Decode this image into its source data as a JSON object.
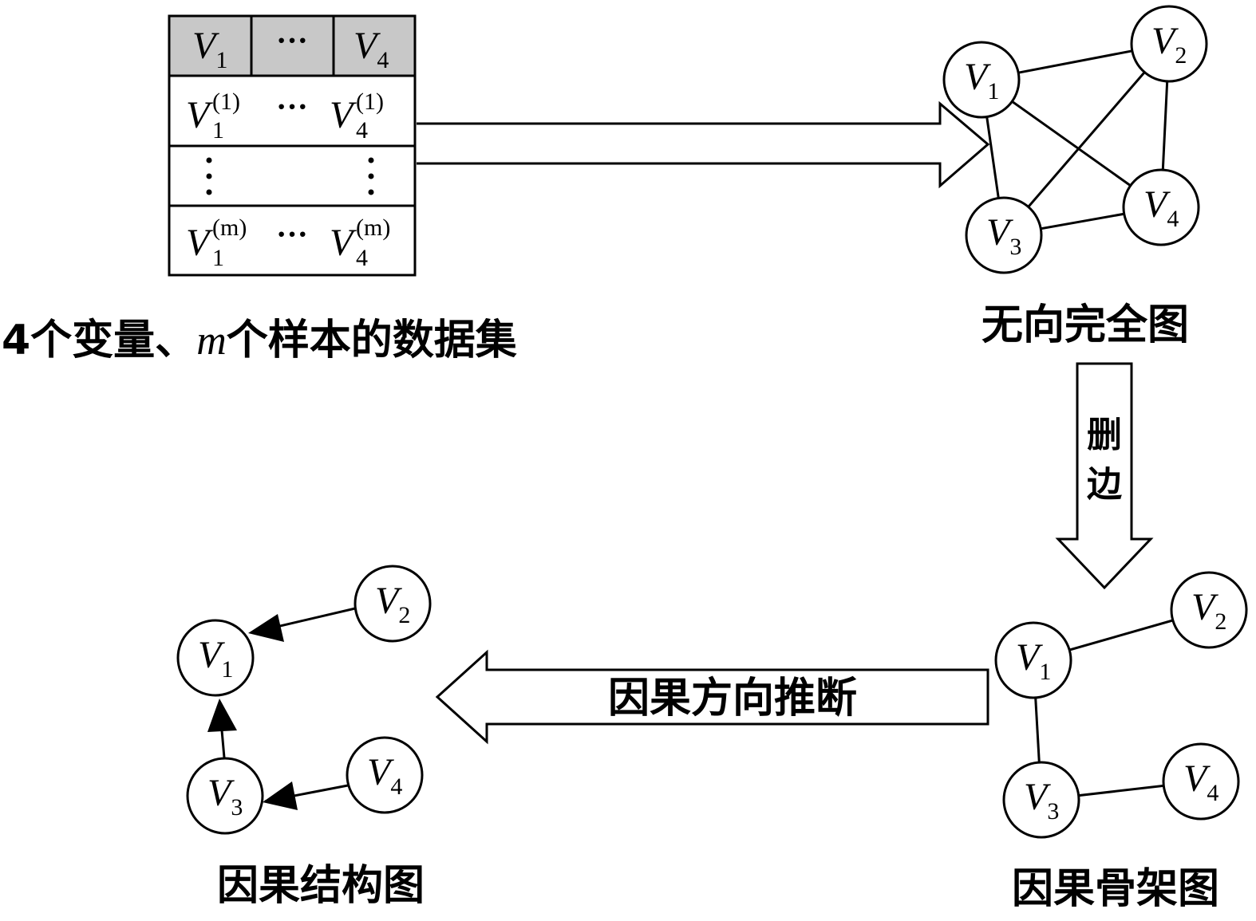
{
  "dataset": {
    "header": {
      "v_first": "V",
      "v_first_sub": "1",
      "ellipsis": "···",
      "v_last": "V",
      "v_last_sub": "4"
    },
    "row_first": {
      "v1": "V",
      "v1_sub": "1",
      "v1_sup": "(1)",
      "ellipsis": "···",
      "v4": "V",
      "v4_sub": "4",
      "v4_sup": "(1)"
    },
    "row_mid": {
      "vdots_left": "⋮",
      "vdots_right": "⋮"
    },
    "row_last": {
      "v1": "V",
      "v1_sub": "1",
      "v1_sup": "(m)",
      "ellipsis": "···",
      "v4": "V",
      "v4_sub": "4",
      "v4_sup": "(m)"
    },
    "caption_prefix": "4个变量、",
    "caption_m": "m",
    "caption_suffix": "个样本的数据集"
  },
  "complete_graph": {
    "nodes": [
      {
        "letter": "V",
        "sub": "1"
      },
      {
        "letter": "V",
        "sub": "2"
      },
      {
        "letter": "V",
        "sub": "3"
      },
      {
        "letter": "V",
        "sub": "4"
      }
    ],
    "caption": "无向完全图"
  },
  "delete_edges_label": {
    "line1": "删",
    "line2": "边"
  },
  "skeleton_graph": {
    "nodes": [
      {
        "letter": "V",
        "sub": "1"
      },
      {
        "letter": "V",
        "sub": "2"
      },
      {
        "letter": "V",
        "sub": "3"
      },
      {
        "letter": "V",
        "sub": "4"
      }
    ],
    "caption": "因果骨架图"
  },
  "direction_label": "因果方向推断",
  "causal_graph": {
    "nodes": [
      {
        "letter": "V",
        "sub": "1"
      },
      {
        "letter": "V",
        "sub": "2"
      },
      {
        "letter": "V",
        "sub": "3"
      },
      {
        "letter": "V",
        "sub": "4"
      }
    ],
    "caption": "因果结构图"
  }
}
